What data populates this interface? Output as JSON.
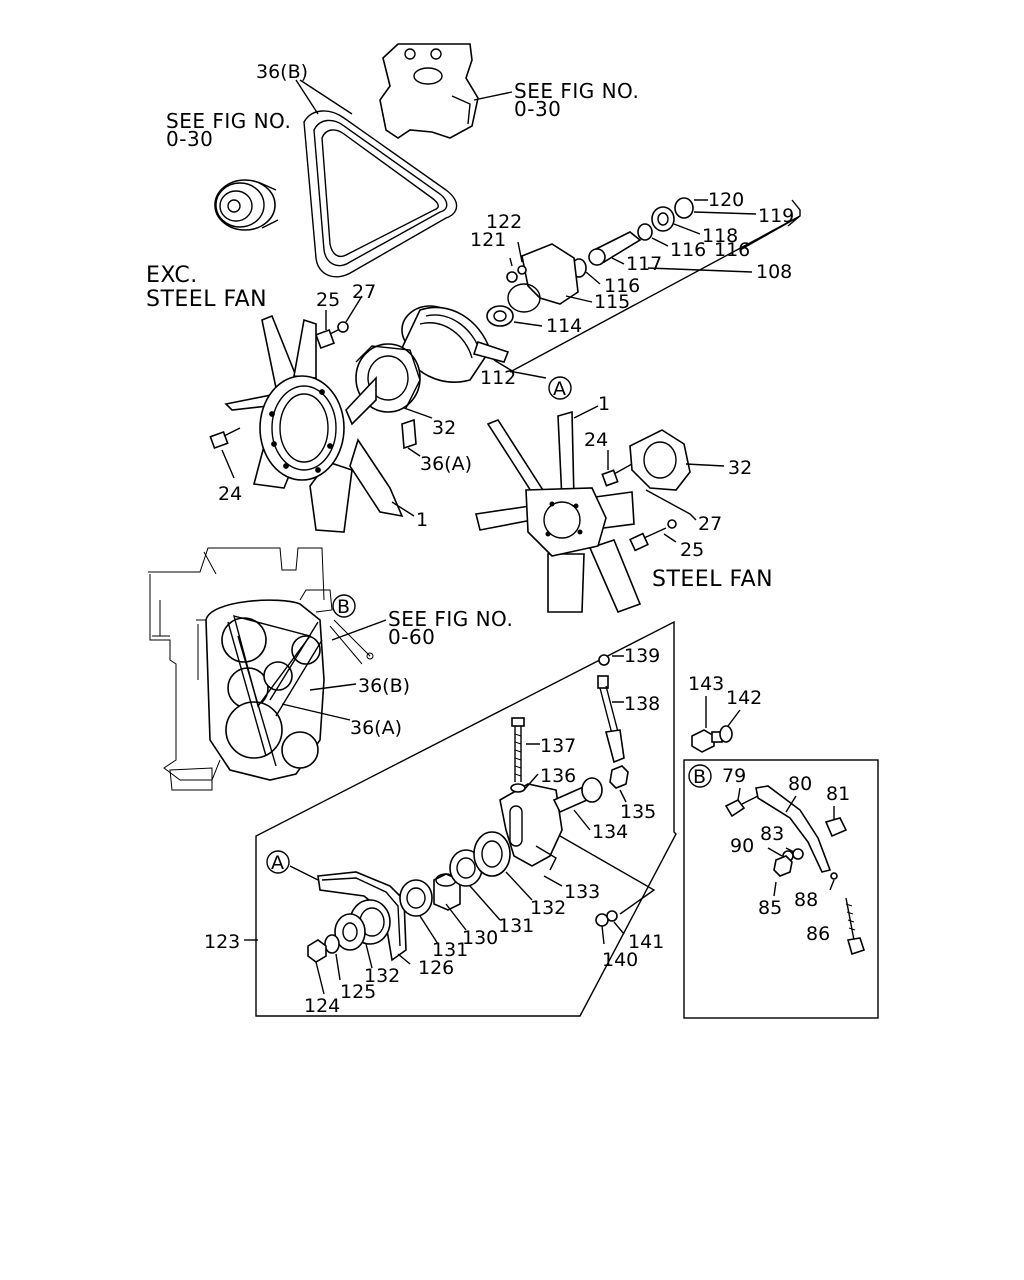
{
  "refs": {
    "fig_030_a": [
      "SEE FIG NO.",
      "0-30"
    ],
    "fig_030_b": [
      "SEE FIG NO.",
      "0-30"
    ],
    "fig_060": [
      "SEE FIG NO.",
      "0-60"
    ]
  },
  "headings": {
    "exc_steel_fan": [
      "EXC.",
      "STEEL FAN"
    ],
    "steel_fan": "STEEL FAN"
  },
  "markers": {
    "a": "A",
    "b": "B"
  },
  "labels": {
    "p36b_top": "36(B)",
    "p120": "120",
    "p119": "119",
    "p118": "118",
    "p116a": "116",
    "p116b": "116",
    "p117": "117",
    "p108": "108",
    "p122": "122",
    "p121": "121",
    "p115": "115",
    "p114": "114",
    "p25a": "25",
    "p27a": "27",
    "p112": "112",
    "p32a": "32",
    "p36a_mid": "36(A)",
    "p24a": "24",
    "p1a": "1",
    "p1b": "1",
    "p24b": "24",
    "p32b": "32",
    "p27b": "27",
    "p25b": "25",
    "p36b_low": "36(B)",
    "p36a_low": "36(A)",
    "p139": "139",
    "p138": "138",
    "p137": "137",
    "p136": "136",
    "p135": "135",
    "p134": "134",
    "p133": "133",
    "p132a": "132",
    "p131a": "131",
    "p130": "130",
    "p131b": "131",
    "p126": "126",
    "p132b": "132",
    "p125": "125",
    "p124": "124",
    "p123": "123",
    "p141": "141",
    "p140": "140",
    "p143": "143",
    "p142": "142",
    "p79": "79",
    "p80": "80",
    "p81": "81",
    "p83": "83",
    "p90": "90",
    "p85": "85",
    "p88": "88",
    "p86": "86"
  }
}
